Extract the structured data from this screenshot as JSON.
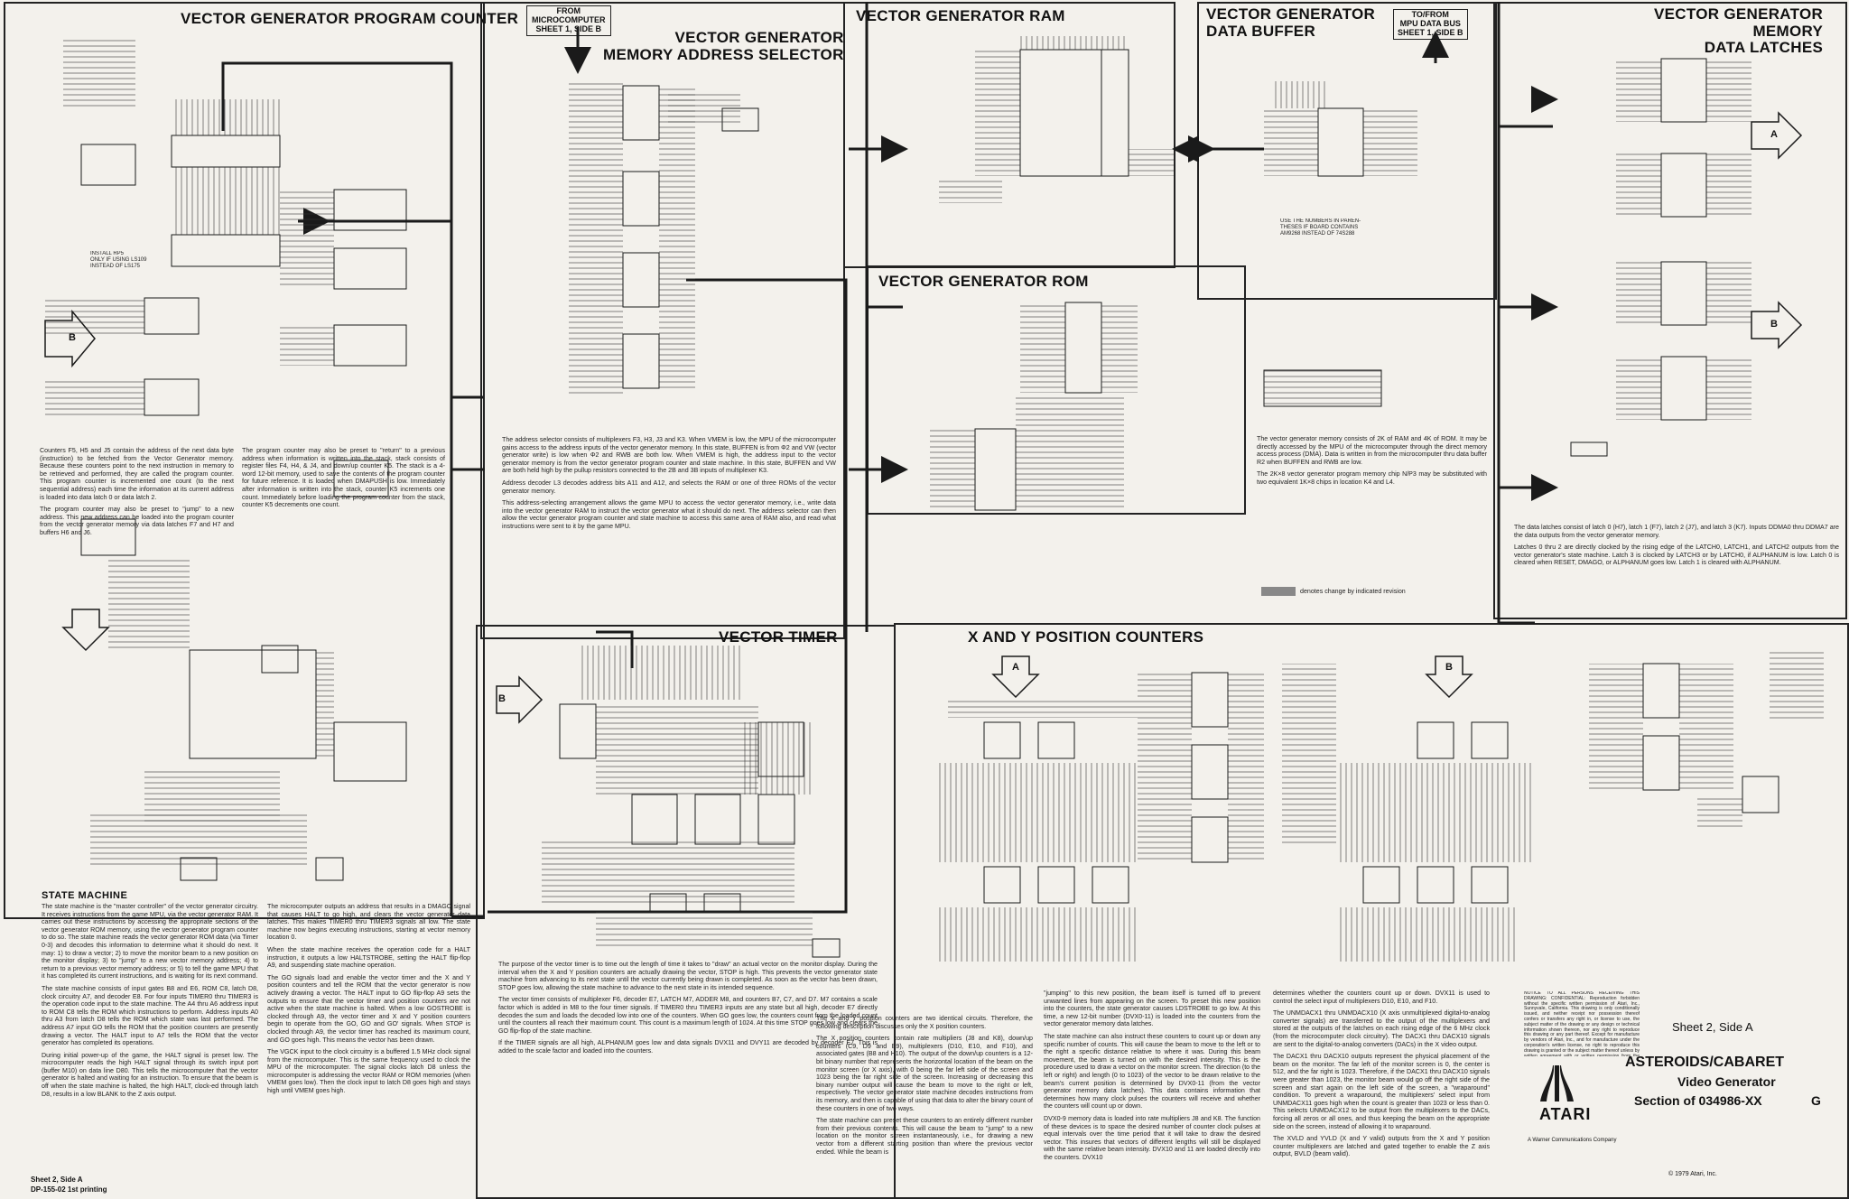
{
  "panels": {
    "program_counter": "VECTOR GENERATOR PROGRAM COUNTER",
    "address_selector": "VECTOR GENERATOR\nMEMORY ADDRESS SELECTOR",
    "ram": "VECTOR GENERATOR RAM",
    "data_buffer": "VECTOR GENERATOR\nDATA BUFFER",
    "data_latches": "VECTOR GENERATOR\nMEMORY\nDATA LATCHES",
    "rom": "VECTOR GENERATOR ROM",
    "timer": "VECTOR TIMER",
    "xy_counters": "X AND Y POSITION COUNTERS",
    "state_machine": "STATE MACHINE"
  },
  "callouts": {
    "from_micro": "FROM\nMICROCOMPUTER\nSHEET 1, SIDE B",
    "to_mpu": "TO/FROM\nMPU DATA BUS\nSHEET 1, SIDE B"
  },
  "arrows": {
    "a": "A",
    "b": "B"
  },
  "notes": {
    "install_note": "INSTALL RP5\nONLY IF USING LS109\nINSTEAD OF LS175",
    "use_note": "USE THE NUMBERS IN PAREN-\nTHESES IF BOARD CONTAINS\nAM9268 INSTEAD OF 74S288",
    "revision_legend": "denotes change by indicated revision"
  },
  "text": {
    "pc_desc_1": "Counters F5, H5 and J5 contain the address of the next data byte (instruction) to be fetched from the Vector Generator memory. Because these counters point to the next instruction in memory to be retrieved and performed, they are called the program counter. This program counter is incremented one count (to the next sequential address) each time the information at its current address is loaded into data latch 0 or data latch 2.",
    "pc_desc_2": "The program counter may also be preset to \"jump\" to a new address. This new address can be loaded into the program counter from the vector generator memory via data latches F7 and H7 and buffers H6 and J6.",
    "pc_desc_3": "The program counter may also be preset to \"return\" to a previous address when information is written into the stack, stack consists of register files F4, H4, & J4, and down/up counter K5. The stack is a 4-word 12-bit memory, used to save the contents of the program counter for future reference. It is loaded when DMAPUSH is low. Immediately after information is written into the stack, counter K5 increments one count. Immediately before loading the program counter from the stack, counter K5 decrements one count.",
    "as_desc_1": "The address selector consists of multiplexers F3, H3, J3 and K3. When VMEM is low, the MPU of the microcomputer gains access to the address inputs of the vector generator memory. In this state, BUFFEN is from Φ2 and VW (vector generator write) is low when Φ2 and RWB are both low. When VMEM is high, the address input to the vector generator memory is from the vector generator program counter and state machine. In this state, BUFFEN and VW are both held high by the pullup resistors connected to the 2B and 3B inputs of multiplexer K3.",
    "as_desc_2": "Address decoder L3 decodes address bits A11 and A12, and selects the RAM or one of three ROMs of the vector generator memory.",
    "as_desc_3": "This address-selecting arrangement allows the game MPU to access the vector generator memory, i.e., write data into the vector generator RAM to instruct the vector generator what it should do next. The address selector can then allow the vector generator program counter and state machine to access this same area of RAM also, and read what instructions were sent to it by the game MPU.",
    "mem_desc_1": "The vector generator memory consists of 2K of RAM and 4K of ROM. It may be directly accessed by the MPU of the microcomputer through the direct memory access process (DMA). Data is written in from the microcomputer thru data buffer R2 when BUFFEN and RWB are low.",
    "mem_desc_2": "The 2K×8 vector generator program memory chip N/P3 may be substituted with two equivalent 1K×8 chips in location K4 and L4.",
    "dl_desc_1": "The data latches consist of latch 0 (H7), latch 1 (F7), latch 2 (J7), and latch 3 (K7). Inputs DDMA0 thru DDMA7 are the data outputs from the vector generator memory.",
    "dl_desc_2": "Latches 0 thru 2 are directly clocked by the rising edge of the LATCH0, LATCH1, and LATCH2 outputs from the vector generator's state machine. Latch 3 is clocked by LATCH3 or by LATCH0, if ALPHANUM is low. Latch 0 is cleared when RESET, DMAGO, or ALPHANUM goes low. Latch 1 is cleared with ALPHANUM.",
    "sm_desc_1": "The state machine is the \"master controller\" of the vector generator circuitry. It receives instructions from the game MPU, via the vector generator RAM. It carries out these instructions by accessing the appropriate sections of the vector generator ROM memory, using the vector generator program counter to do so. The state machine reads the vector generator ROM data (via Timer 0-3) and decodes this information to determine what it should do next. It may: 1) to draw a vector; 2) to move the monitor beam to a new position on the monitor display; 3) to \"jump\" to a new vector memory address; 4) to return to a previous vector memory address; or 5) to tell the game MPU that it has completed its current instructions, and is waiting for its next command.",
    "sm_desc_2": "The state machine consists of input gates B8 and E6, ROM C8, latch D8, clock circuitry A7, and decoder E8. For four inputs TIMER0 thru TIMER3 is the operation code input to the state machine. The A4 thru A6 address input to ROM C8 tells the ROM which instructions to perform. Address inputs A0 thru A3 from latch D8 tells the ROM which state was last performed. The address A7 input GO tells the ROM that the position counters are presently drawing a vector. The HALT input to A7 tells the ROM that the vector generator has completed its operations.",
    "sm_desc_3": "During initial power-up of the game, the HALT signal is preset low. The microcomputer reads the high HALT signal through its switch input port (buffer M10) on data line D80. This tells the microcomputer that the vector generator is halted and waiting for an instruction. To ensure that the beam is off when the state machine is halted, the high HALT, clock-ed through latch D8, results in a low BLANK to the Z axis output.",
    "sm_desc_4": "The microcomputer outputs an address that results in a DMAGO signal that causes HALT to go high, and clears the vector generator data latches. This makes TIMER0 thru TIMER3 signals all low. The state machine now begins executing instructions, starting at vector memory location 0.",
    "sm_desc_5": "When the state machine receives the operation code for a HALT instruction, it outputs a low HALTSTROBE, setting the HALT flip-flop A9, and suspending state machine operation.",
    "sm_desc_6": "The GO signals load and enable the vector timer and the X and Y position counters and tell the ROM that the vector generator is now actively drawing a vector. The HALT input to GO flip-flop A9 sets the outputs to ensure that the vector timer and position counters are not active when the state machine is halted. When a low GOSTROBE is clocked through A9, the vector timer and X and Y position counters begin to operate from the GO, GO and GO' signals. When STOP is clocked through A9, the vector timer has reached its maximum count, and GO goes high. This means the vector has been drawn.",
    "sm_desc_7": "The VGCK input to the clock circuitry is a buffered 1.5 MHz clock signal from the microcomputer. This is the same frequency used to clock the MPU of the microcomputer. The signal clocks latch D8 unless the microcomputer is addressing the vector RAM or ROM memories (when VMEM goes low). Then the clock input to latch D8 goes high and stays high until VMEM goes high.",
    "vt_desc_1": "The purpose of the vector timer is to time out the length of time it takes to \"draw\" an actual vector on the monitor display. During the interval when the X and Y position counters are actually drawing the vector, STOP is high. This prevents the vector generator state machine from advancing to its next state until the vector currently being drawn is completed. As soon as the vector has been drawn, STOP goes low, allowing the state machine to advance to the next state in its intended sequence.",
    "vt_desc_2": "The vector timer consists of multiplexer F6, decoder E7, LATCH M7, ADDER M8, and counters B7, C7, and D7. M7 contains a scale factor which is added in M8 to the four timer signals. If TIMER0 thru TIMER3 inputs are any state but all high, decoder E7 directly decodes the sum and loads the decoded low into one of the counters. When GO goes low, the counters count from the loaded count until the counters all reach their maximum count. This count is a maximum length of 1024. At this time STOP goes low and clears the GO flip-flop of the state machine.",
    "vt_desc_3": "If the TIMER signals are all high, ALPHANUM goes low and data signals DVX11 and DVY11 are decoded by decoder E7. This is added to the scale factor and loaded into the counters.",
    "xy_desc_1": "The X and Y position counters are two identical circuits. Therefore, the following description discusses only the X position counters.",
    "xy_desc_2": "The X position counters contain rate multipliers (J8 and K8), down/up counters (C9, D9 and E9), multiplexers (D10, E10, and F10), and associated gates (B8 and H10). The output of the down/up counters is a 12-bit binary number that represents the horizontal location of the beam on the monitor screen (or X axis), with 0 being the far left side of the screen and 1023 being the far right side of the screen. Increasing or decreasing this binary number output will cause the beam to move to the right or left, respectively. The vector generator state machine decodes instructions from its memory, and then is capable of using that data to alter the binary count of these counters in one of two ways.",
    "xy_desc_3": "The state machine can preset these counters to an entirely different number from their previous contents. This will cause the beam to \"jump\" to a new location on the monitor screen instantaneously, i.e., for drawing a new vector from a different starting position than where the previous vector ended. While the beam is",
    "xy_desc_4": "\"jumping\" to this new position, the beam itself is turned off to prevent unwanted lines from appearing on the screen. To preset this new position into the counters, the state generator causes LDSTROBE to go low. At this time, a new 12-bit number (DVX0-11) is loaded into the counters from the vector generator memory data latches.",
    "xy_desc_5": "The state machine can also instruct these counters to count up or down any specific number of counts. This will cause the beam to move to the left or to the right a specific distance relative to where it was. During this beam movement, the beam is turned on with the desired intensity. This is the procedure used to draw a vector on the monitor screen. The direction (to the left or right) and length (0 to 1023) of the vector to be drawn relative to the beam's current position is determined by DVX0-11 (from the vector generator memory data latches). This data contains information that determines how many clock pulses the counters will receive and whether the counters will count up or down.",
    "xy_desc_6": "DVX0-9 memory data is loaded into rate multipliers J8 and K8. The function of these devices is to space the desired number of counter clock pulses at equal intervals over the time period that it will take to draw the desired vector. This insures that vectors of different lengths will still be displayed with the same relative beam intensity. DVX10 and 11 are loaded directly into the counters. DVX10",
    "xy_desc_7": "determines whether the counters count up or down. DVX11 is used to control the select input of multiplexers D10, E10, and F10.",
    "xy_desc_8": "The UNMDACX1 thru UNMDACX10 (X axis unmultiplexed digital-to-analog converter signals) are transferred to the output of the multiplexers and stored at the outputs of the latches on each rising edge of the 6 MHz clock (from the microcomputer clock circuitry). The DACX1 thru DACX10 signals are sent to the digital-to-analog converters (DACs) in the X video output.",
    "xy_desc_9": "The DACX1 thru DACX10 outputs represent the physical placement of the beam on the monitor. The far left of the monitor screen is 0, the center is 512, and the far right is 1023. Therefore, if the DACX1 thru DACX10 signals were greater than 1023, the monitor beam would go off the right side of the screen and start again on the left side of the screen, a \"wraparound\" condition. To prevent a wraparound, the multiplexers' select input from UNMDACX11 goes high when the count is greater than 1023 or less than 0. This selects UNMDACX12 to be output from the multiplexers to the DACs, forcing all zeros or all ones, and thus keeping the beam on the appropriate side on the screen, instead of allowing it to wraparound.",
    "xy_desc_10": "The XVLD and YVLD (X and Y valid) outputs from the X and Y position counter multiplexers are latched and gated together to enable the Z axis output, BVLD (beam valid)."
  },
  "title_block": {
    "sheet": "Sheet 2, Side A",
    "game": "ASTEROIDS/CABARET",
    "subsystem": "Video Generator",
    "section": "Section of 034986-XX",
    "revision": "G",
    "brand": "ATARI",
    "owner": "A Warner Communications Company",
    "copyright": "© 1979 Atari, Inc.",
    "notice": "NOTICE TO ALL PERSONS RECEIVING THIS DRAWING: CONFIDENTIAL: Reproduction forbidden without the specific written permission of Atari, Inc., Sunnyvale, California. This drawing is only conditionally issued, and neither receipt nor possession thereof confers or transfers any right in, or license to use, the subject matter of the drawing or any design or technical information shown thereon, nor any right to reproduce this drawing or any part thereof. Except for manufacture by vendors of Atari, Inc., and for manufacture under the corporation's written license, no right to reproduce this drawing is granted or the subject matter thereof unless by written agreement with or written permission from the corporation."
  },
  "footer": {
    "sheet": "Sheet 2, Side A",
    "doc": "DP-155-02 1st printing"
  },
  "colors": {
    "paper": "#f3f1ec",
    "ink": "#1a1a1a",
    "wire": "#2a2a2a"
  }
}
